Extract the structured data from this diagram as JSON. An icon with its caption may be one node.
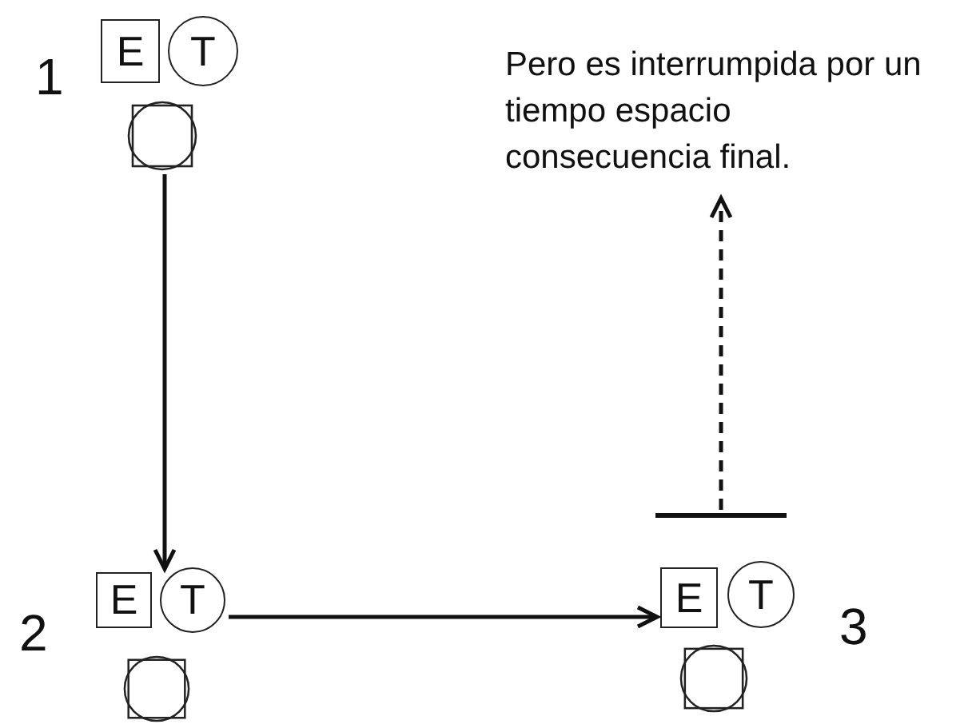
{
  "diagram": {
    "nodes": [
      {
        "text": [
          "E"
        ],
        "beside": [
          "1"
        ]
      },
      {
        "text": [
          "T"
        ]
      },
      {
        "text": [],
        "shape": "circle"
      },
      {
        "text": [
          "E"
        ],
        "beside": [
          "2"
        ]
      },
      {
        "text": [
          "T"
        ]
      },
      {
        "text": [],
        "shape": "circle"
      },
      {
        "text": [
          "E"
        ]
      },
      {
        "text": [
          "T"
        ],
        "beside": [
          "3"
        ]
      },
      {
        "text": [],
        "shape": "circle"
      },
      {
        "text": [],
        "shape": "bar"
      },
      {
        "text": [
          "Pero es interrumpida por un tiempo espacio consecuencia final."
        ]
      }
    ],
    "edges": [
      {
        "from": 2,
        "to": 3,
        "arrow": "to"
      },
      {
        "from": 4,
        "to": 6,
        "arrow": "to"
      },
      {
        "from": 9,
        "to": 10,
        "arrow": "to",
        "style": "dashed"
      }
    ]
  }
}
